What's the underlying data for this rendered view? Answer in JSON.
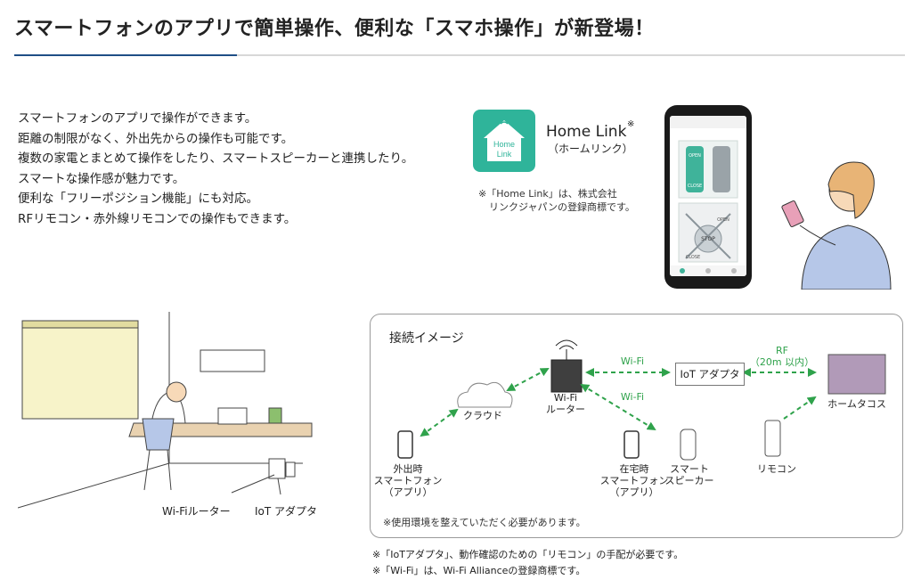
{
  "header": {
    "title": "スマートフォンのアプリで簡単操作、便利な「スマホ操作」が新登場！"
  },
  "description": {
    "lines": [
      "スマートフォンのアプリで操作ができます。",
      "距離の制限がなく、外出先からの操作も可能です。",
      "複数の家電とまとめて操作をしたり、スマートスピーカーと連携したり。",
      "スマートな操作感が魅力です。",
      "便利な「フリーポジション機能」にも対応。",
      "RFリモコン・赤外線リモコンでの操作もできます。"
    ]
  },
  "homelink": {
    "icon_text_1": "Home",
    "icon_text_2": "Link",
    "name": "Home Link",
    "mark": "※",
    "kana": "（ホームリンク）",
    "note_1": "※「Home Link」は、株式会社",
    "note_2": "リンクジャパンの登録商標です。"
  },
  "phone_screen": {
    "open": "OPEN",
    "close": "CLOSE",
    "stop": "STOP"
  },
  "room": {
    "router_label": "Wi-Fiルーター",
    "adapter_label": "IoT アダプタ"
  },
  "diagram": {
    "title": "接続イメージ",
    "cloud": "クラウド",
    "router_1": "Wi-Fi",
    "router_2": "ルーター",
    "wifi_1": "Wi-Fi",
    "wifi_2": "Wi-Fi",
    "iot_adapter": "IoT アダプタ",
    "rf_1": "RF",
    "rf_2": "（20m 以内）",
    "home_tacos": "ホームタコス",
    "outside_1": "外出時",
    "outside_2": "スマートフォン",
    "outside_3": "（アプリ）",
    "home_1": "在宅時",
    "home_2": "スマートフォン",
    "home_3": "（アプリ）",
    "speaker_1": "スマート",
    "speaker_2": "スピーカー",
    "remote": "リモコン",
    "env_note": "※使用環境を整えていただく必要があります。"
  },
  "footnotes": [
    "※「IoTアダプタ」、動作確認のための「リモコン」の手配が必要です。",
    "※「Wi-Fi」は、Wi-Fi Allianceの登録商標です。"
  ]
}
